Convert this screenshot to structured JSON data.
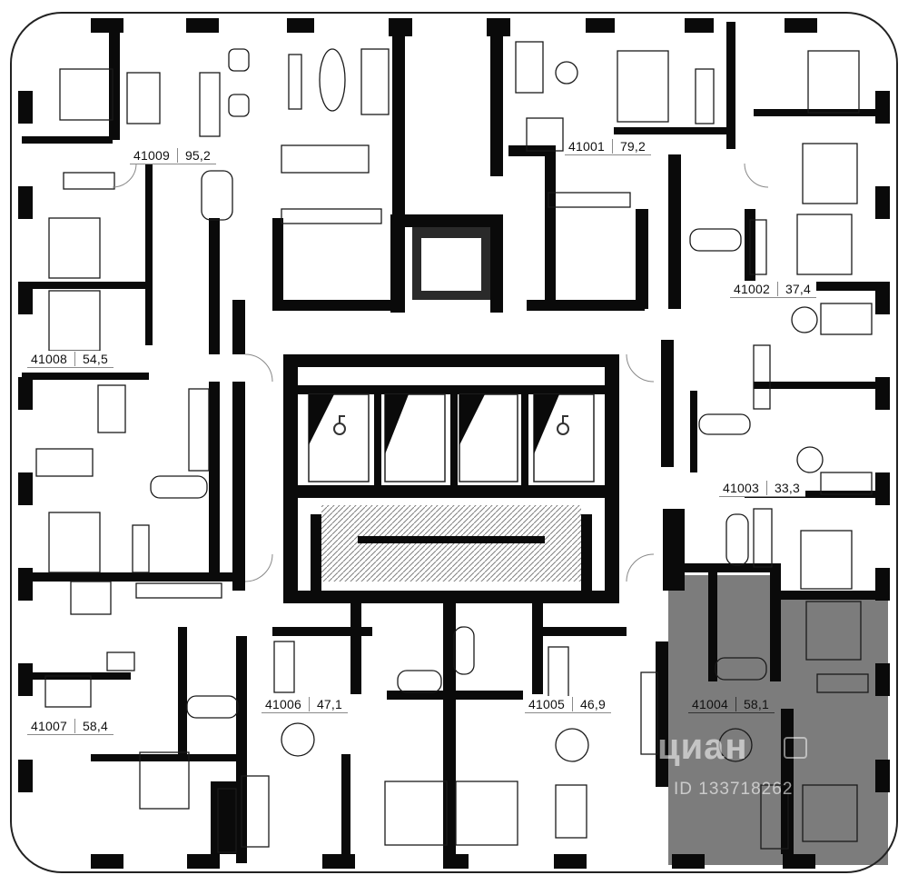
{
  "colors": {
    "wall": "#0a0a0a",
    "highlight": "#7c7c7c",
    "furniture_stroke": "#1a1a1a",
    "background": "#ffffff"
  },
  "apartments": [
    {
      "number": "41001",
      "area": "79,2"
    },
    {
      "number": "41002",
      "area": "37,4"
    },
    {
      "number": "41003",
      "area": "33,3"
    },
    {
      "number": "41004",
      "area": "58,1",
      "highlighted": true
    },
    {
      "number": "41005",
      "area": "46,9"
    },
    {
      "number": "41006",
      "area": "47,1"
    },
    {
      "number": "41007",
      "area": "58,4"
    },
    {
      "number": "41008",
      "area": "54,5"
    },
    {
      "number": "41009",
      "area": "95,2"
    }
  ],
  "watermark": {
    "brand": "циан",
    "id": "ID 133718262"
  },
  "icons": {
    "elevator_accessibility": "wheelchair-icon"
  }
}
